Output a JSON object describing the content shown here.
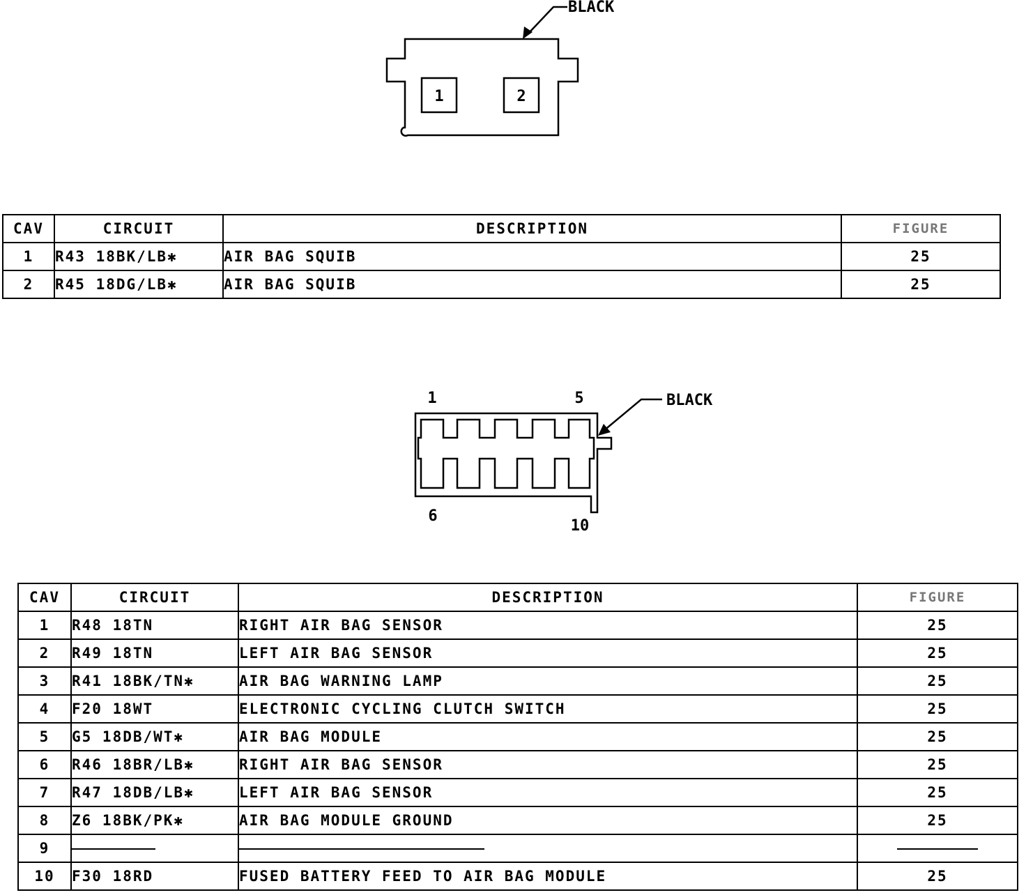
{
  "connector1": {
    "color_label": "BLACK",
    "cavities": [
      "1",
      "2"
    ]
  },
  "table1": {
    "headers": {
      "cav": "CAV",
      "circuit": "CIRCUIT",
      "description": "DESCRIPTION",
      "figure": "FIGURE"
    },
    "rows": [
      {
        "cav": "1",
        "circuit": "R43  18BK/LB✱",
        "description": "AIR BAG SQUIB",
        "figure": "25"
      },
      {
        "cav": "2",
        "circuit": "R45  18DG/LB✱",
        "description": "AIR BAG SQUIB",
        "figure": "25"
      }
    ]
  },
  "connector2": {
    "color_label": "BLACK",
    "pin_labels": {
      "top_left": "1",
      "top_right": "5",
      "bottom_left": "6",
      "bottom_right": "10"
    }
  },
  "table2": {
    "headers": {
      "cav": "CAV",
      "circuit": "CIRCUIT",
      "description": "DESCRIPTION",
      "figure": "FIGURE"
    },
    "rows": [
      {
        "cav": "1",
        "circuit": "R48  18TN",
        "description": "RIGHT AIR BAG SENSOR",
        "figure": "25"
      },
      {
        "cav": "2",
        "circuit": "R49  18TN",
        "description": "LEFT AIR BAG SENSOR",
        "figure": "25"
      },
      {
        "cav": "3",
        "circuit": "R41  18BK/TN✱",
        "description": "AIR BAG WARNING LAMP",
        "figure": "25"
      },
      {
        "cav": "4",
        "circuit": "F20  18WT",
        "description": "ELECTRONIC CYCLING CLUTCH SWITCH",
        "figure": "25"
      },
      {
        "cav": "5",
        "circuit": "G5  18DB/WT✱",
        "description": "AIR BAG MODULE",
        "figure": "25"
      },
      {
        "cav": "6",
        "circuit": "R46  18BR/LB✱",
        "description": "RIGHT AIR BAG SENSOR",
        "figure": "25"
      },
      {
        "cav": "7",
        "circuit": "R47  18DB/LB✱",
        "description": "LEFT AIR BAG SENSOR",
        "figure": "25"
      },
      {
        "cav": "8",
        "circuit": "Z6  18BK/PK✱",
        "description": "AIR BAG MODULE GROUND",
        "figure": "25"
      },
      {
        "cav": "9",
        "circuit": "",
        "description": "",
        "figure": ""
      },
      {
        "cav": "10",
        "circuit": "F30  18RD",
        "description": "FUSED BATTERY FEED TO AIR BAG MODULE",
        "figure": "25"
      }
    ]
  }
}
